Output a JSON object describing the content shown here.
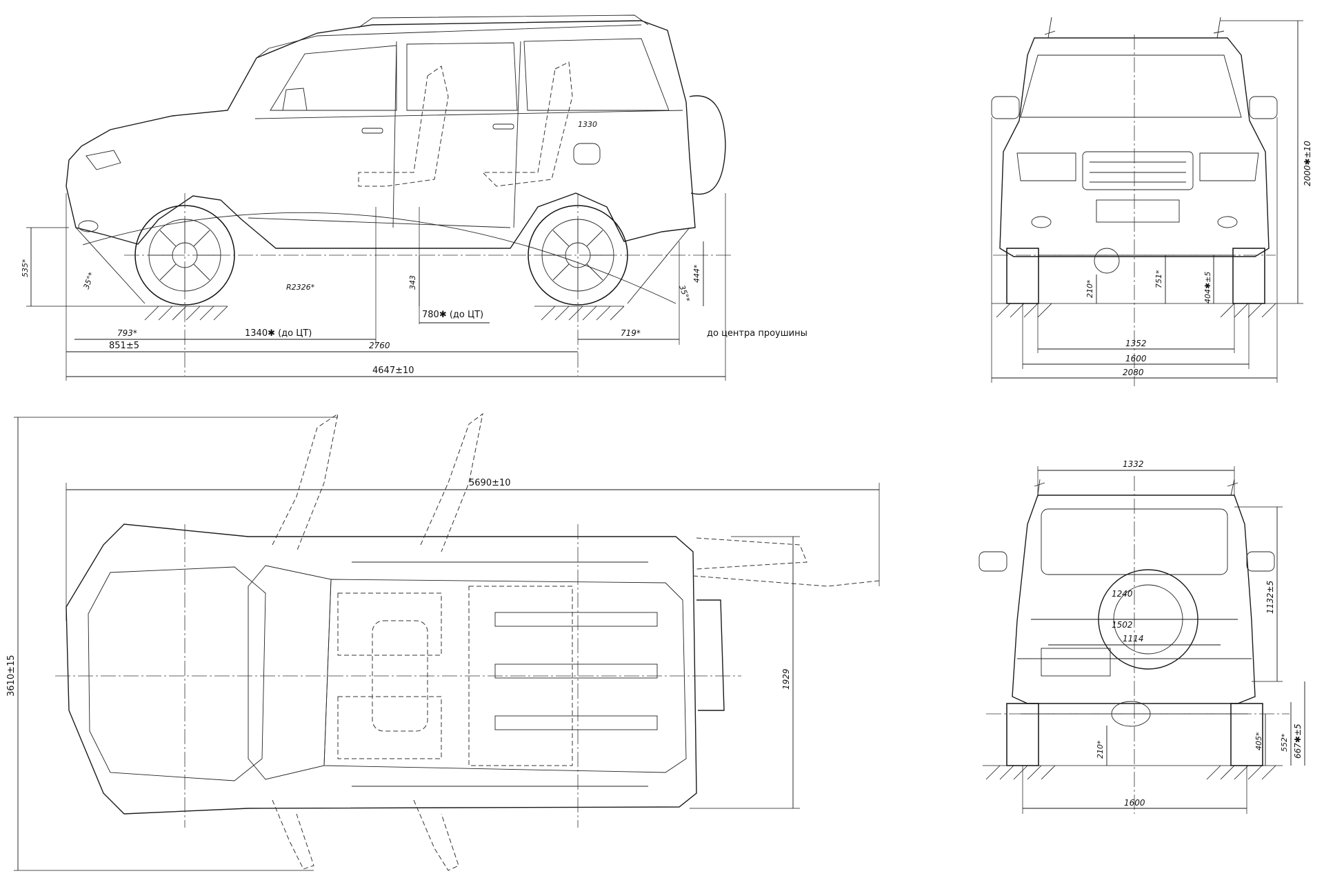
{
  "side_view": {
    "dims": {
      "overall_length": "4647±10",
      "front_overhang": "851±5",
      "wheelbase": "2760",
      "rear_overhang_to_eye": "719*",
      "rear_eye_note": "до центра проушины",
      "front_axle_to_cg": "1340✱ (до ЦТ)",
      "front_bumper": "793*",
      "rear_to_cg": "780✱ (до ЦТ)",
      "height_535": "535*",
      "height_444": "444*",
      "height_343": "343",
      "approach_angle": "35°*",
      "departure_angle": "35°*",
      "ramp_radius": "R2326*",
      "door_dim": "1330"
    }
  },
  "front_view": {
    "dims": {
      "height": "2000✱±10",
      "width_2080": "2080",
      "track_1600": "1600",
      "width_1352": "1352",
      "height_751": "751*",
      "height_404": "404✱±5",
      "clearance_210": "210*"
    }
  },
  "top_view": {
    "dims": {
      "length_open_doors": "5690±10",
      "width_open_doors": "3610±15",
      "body_width": "1929"
    }
  },
  "rear_view": {
    "dims": {
      "width_1332": "1332",
      "height_1132": "1132±5",
      "spare_1240": "1240",
      "door_1502": "1502",
      "step_1114": "1114",
      "height_667": "667✱±5",
      "height_552": "552*",
      "height_405": "405*",
      "clearance_210": "210*",
      "track_1600": "1600"
    }
  }
}
